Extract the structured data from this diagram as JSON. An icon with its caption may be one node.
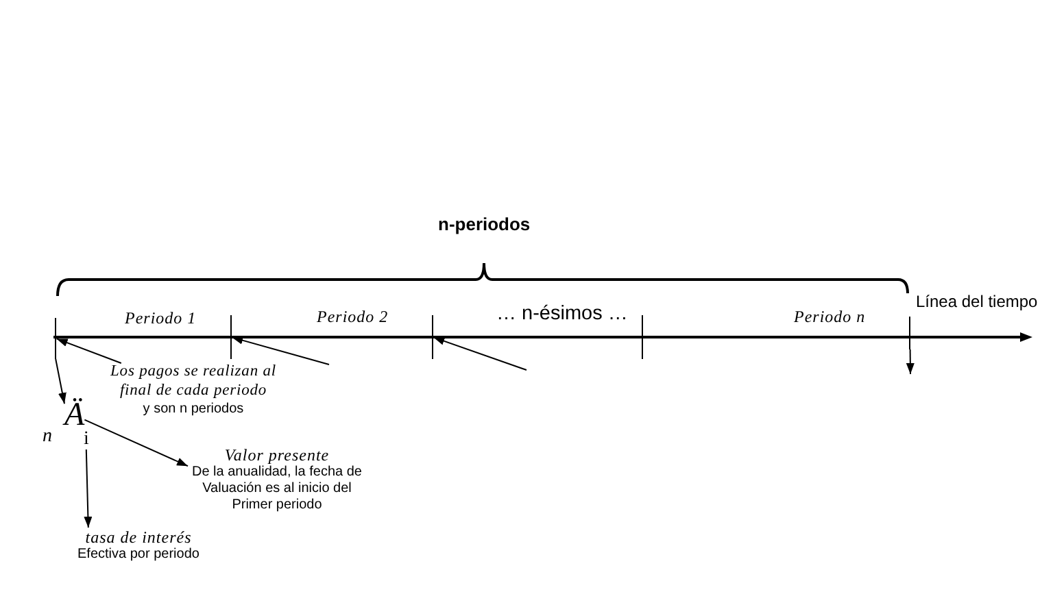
{
  "diagram": {
    "nodes": [
      {
        "text": [],
        "shape": "bar"
      },
      {
        "text": [],
        "shape": "bar"
      },
      {
        "text": [],
        "shape": "bar"
      },
      {
        "text": [],
        "shape": "bar"
      },
      {
        "text": [],
        "shape": "bar"
      },
      {
        "text": [
          "Los pagos se realizan al final de cada periodo",
          "y son n periodos"
        ]
      },
      {
        "text": [
          "Ä"
        ],
        "beside": [
          "n"
        ]
      },
      {
        "text": [
          "i"
        ]
      },
      {
        "text": [
          "Valor presente",
          "De la anualidad, la fecha de Valuación es al inicio del Primer periodo"
        ]
      },
      {
        "text": [
          "tasa de interés",
          "Efectiva por periodo"
        ]
      }
    ],
    "edges": [
      {
        "from": 5,
        "to": 0,
        "arrow": "to"
      },
      {
        "from": null,
        "to": 1,
        "arrow": "to"
      },
      {
        "from": null,
        "to": 2,
        "arrow": "to"
      },
      {
        "from": 0,
        "to": 6,
        "arrow": "to"
      },
      {
        "from": 4,
        "to": null,
        "arrow": "to"
      },
      {
        "from": 6,
        "to": 8,
        "arrow": "to"
      },
      {
        "from": 7,
        "to": 9,
        "arrow": "to"
      }
    ],
    "labels": [
      "n-periodos",
      "Línea del tiempo",
      "Periodo 1",
      "Periodo 2",
      "… n-ésimos …",
      "Periodo n"
    ]
  }
}
